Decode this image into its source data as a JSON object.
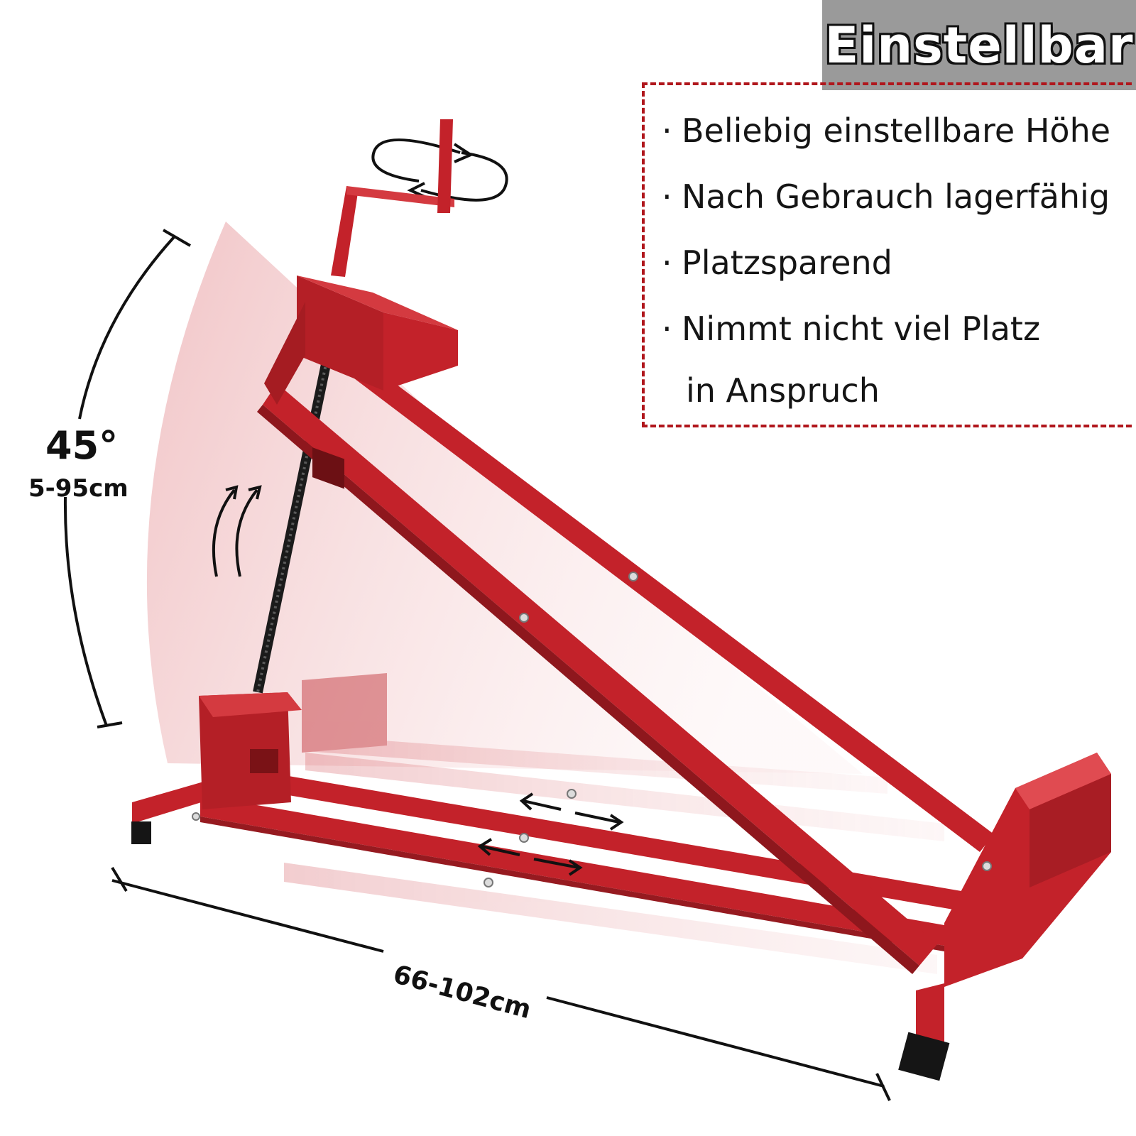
{
  "title": "Einstellbar",
  "features": [
    "Beliebig einstellbare Höhe",
    "Nach Gebrauch lagerfähig",
    "Platzsparend"
  ],
  "feature_last": {
    "line1": "Nimmt nicht viel Platz",
    "line2": "in Anspruch"
  },
  "bullet": "·",
  "dimensions": {
    "angle": "45°",
    "height_range": "5-95cm",
    "length_range": "66-102cm"
  },
  "colors": {
    "frame_red": "#c3222a",
    "frame_dark": "#961a20",
    "ghost_pink": "#e9a0a3",
    "dashed_border": "#b0161c",
    "title_bg": "#9a9a9a"
  },
  "icons": [
    "rotate-arrows-icon",
    "lift-arrows-icon",
    "slide-arrows-icon"
  ]
}
